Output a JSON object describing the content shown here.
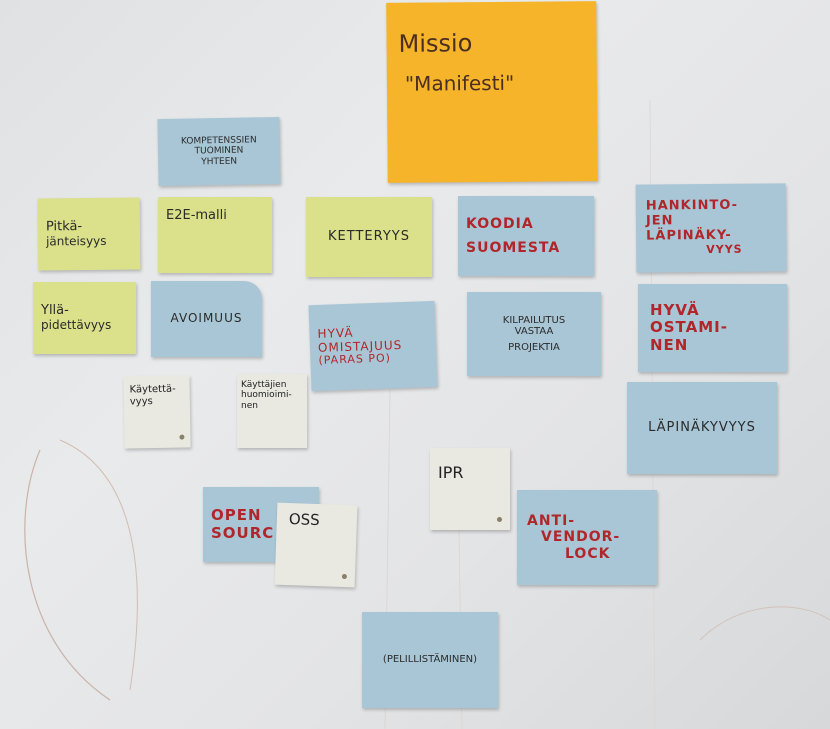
{
  "notes": {
    "missio": {
      "lines": [
        "Missio",
        "\"Manifesti\""
      ]
    },
    "kompetenssien": {
      "lines": [
        "KOMPETENSSIEN",
        "TUOMINEN",
        "YHTEEN"
      ]
    },
    "pitkajanteisyys": {
      "lines": [
        "Pitkä-",
        "jänteisyys"
      ]
    },
    "e2e": {
      "lines": [
        "E2E-malli"
      ]
    },
    "ketteryys": {
      "lines": [
        "KETTERYYS"
      ]
    },
    "koodia": {
      "lines": [
        "KOODIA",
        "SUOMESTA"
      ]
    },
    "hankintojen": {
      "lines": [
        "HANKINTO-",
        "JEN",
        "LÄPINÄKY-",
        "VYYS"
      ]
    },
    "yllapidettavyys": {
      "lines": [
        "Yllä-",
        "pidettävyys"
      ]
    },
    "avoimuus": {
      "lines": [
        "AVOIMUUS"
      ]
    },
    "hyva_omistajuus": {
      "lines": [
        "HYVÄ",
        "OMISTAJUUS",
        "(PARAS PO)"
      ]
    },
    "kilpailutus": {
      "lines": [
        "KILPAILUTUS",
        "VASTAA",
        "PROJEKTIA"
      ]
    },
    "hyva_ostaminen": {
      "lines": [
        "HYVÄ",
        "OSTAMI-",
        "NEN"
      ]
    },
    "kaytettavyys": {
      "lines": [
        "Käytettä-",
        "vyys"
      ]
    },
    "kayttajien": {
      "lines": [
        "Käyttäjien",
        "huomioimi-",
        "nen"
      ]
    },
    "lapinakyvyys": {
      "lines": [
        "LÄPINÄKYVYYS"
      ]
    },
    "ipr": {
      "lines": [
        "IPR"
      ]
    },
    "open_source": {
      "lines": [
        "OPEN",
        "SOURC"
      ]
    },
    "oss": {
      "lines": [
        "OSS"
      ]
    },
    "anti_vendor": {
      "lines": [
        "ANTI-",
        "VENDOR-",
        "LOCK"
      ]
    },
    "pelillistaminen": {
      "lines": [
        "(PELILLISTÄMINEN)"
      ]
    }
  },
  "colors": {
    "yellow_note": "#dbe08a",
    "blue_note": "#a9c6d6",
    "white_note": "#e9e9e2",
    "orange_note": "#f6b42a",
    "red_marker": "#b0262a",
    "black_marker": "#2b2b2b"
  }
}
